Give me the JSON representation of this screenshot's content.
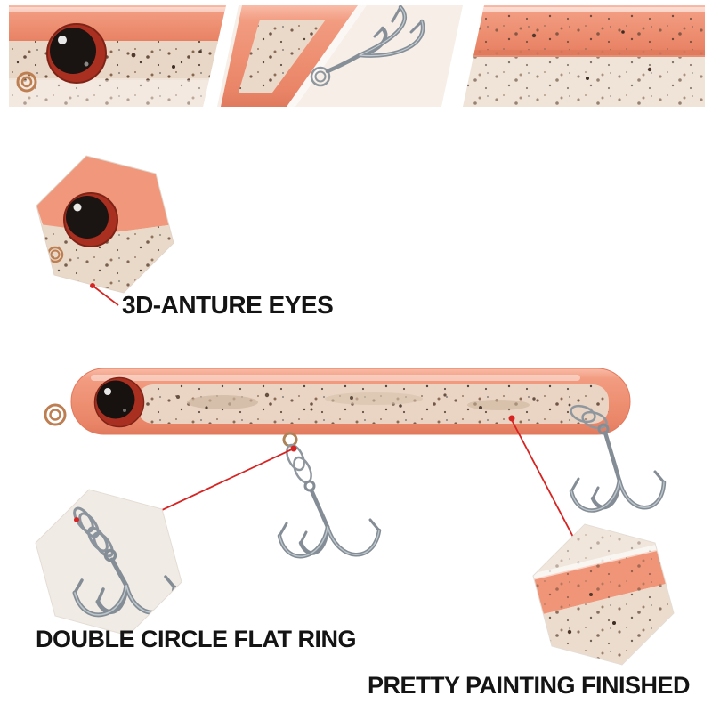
{
  "callouts": [
    {
      "id": "eyes",
      "label": "3D-ANTURE EYES"
    },
    {
      "id": "flat_ring",
      "label": "DOUBLE CIRCLE FLAT RING"
    },
    {
      "id": "painting",
      "label": "PRETTY PAINTING FINISHED"
    }
  ],
  "colors": {
    "accent_red": "#d62422",
    "lure_body": "#f09478",
    "lure_inner": "#e9dacb",
    "eye_ring_red": "#a93020",
    "eye_black": "#171210",
    "hook_metal": "#848d95",
    "ring_copper": "#bd7f52",
    "label_text": "#141414",
    "background": "#ffffff"
  }
}
